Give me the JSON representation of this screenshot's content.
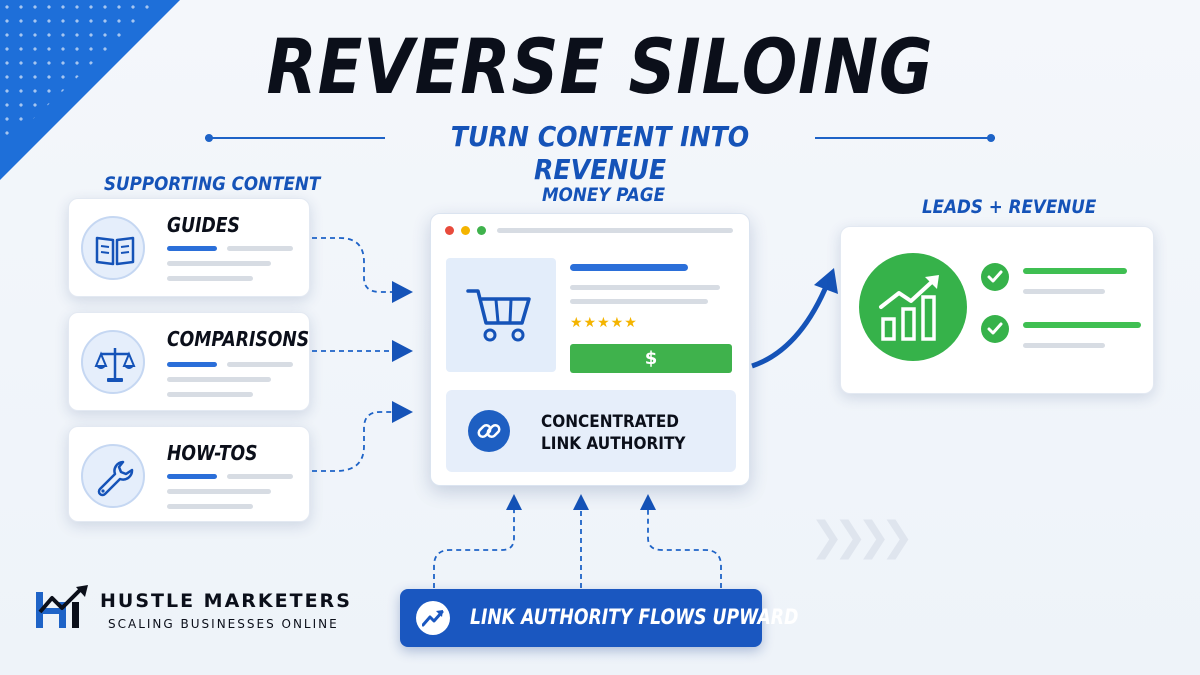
{
  "header": {
    "title": "REVERSE SILOING",
    "subtitle": "TURN CONTENT INTO REVENUE"
  },
  "supporting": {
    "label": "SUPPORTING CONTENT",
    "cards": [
      {
        "title": "GUIDES",
        "icon": "book-icon"
      },
      {
        "title": "COMPARISONS",
        "icon": "scales-icon"
      },
      {
        "title": "HOW-TOS",
        "icon": "wrench-icon"
      }
    ]
  },
  "money_page": {
    "label": "MONEY PAGE",
    "stars": "★★★★★",
    "price_symbol": "$",
    "authority_text_line1": "CONCENTRATED",
    "authority_text_line2": "LINK AUTHORITY"
  },
  "leads": {
    "label": "LEADS + REVENUE"
  },
  "flow": {
    "label": "LINK AUTHORITY FLOWS UPWARD"
  },
  "brand": {
    "name": "HUSTLE MARKETERS",
    "tagline": "SCALING BUSINESSES ONLINE"
  },
  "colors": {
    "primary_blue": "#1553b8",
    "accent_blue": "#2b6fd9",
    "green": "#36b24a",
    "dark": "#0b0f1a"
  }
}
